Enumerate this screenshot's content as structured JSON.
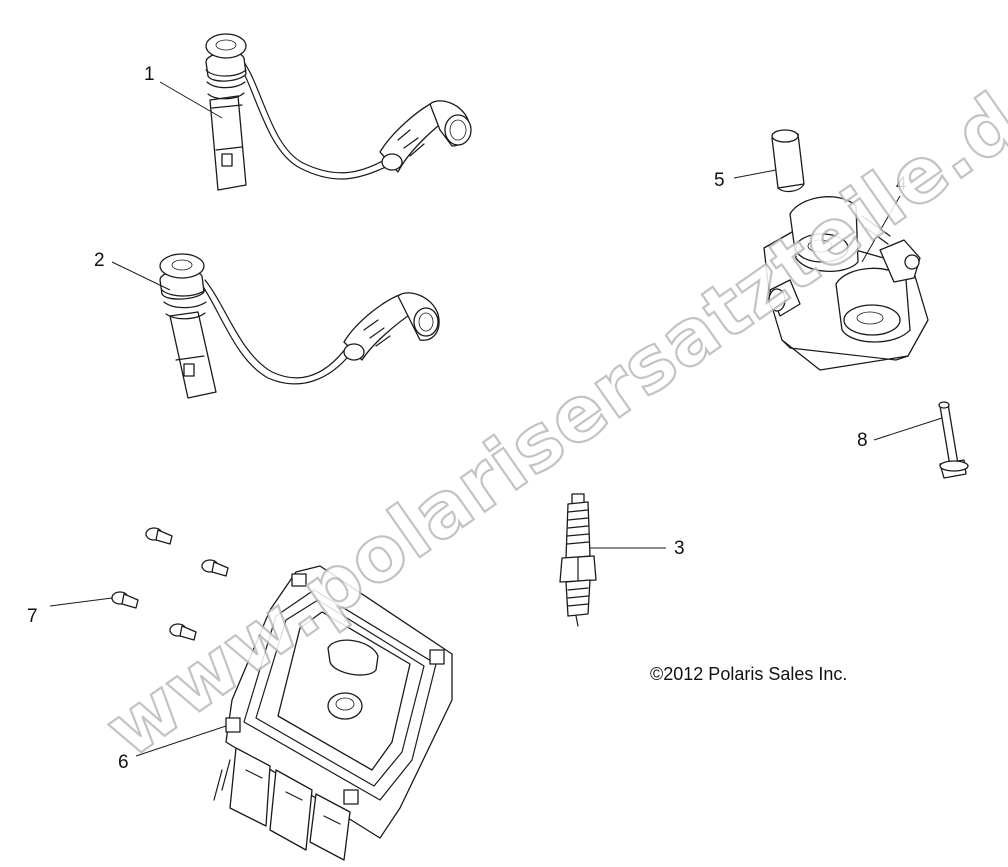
{
  "callouts": [
    {
      "id": "1",
      "label": "1"
    },
    {
      "id": "2",
      "label": "2"
    },
    {
      "id": "3",
      "label": "3"
    },
    {
      "id": "4",
      "label": "4"
    },
    {
      "id": "5",
      "label": "5"
    },
    {
      "id": "6",
      "label": "6"
    },
    {
      "id": "7",
      "label": "7"
    },
    {
      "id": "8",
      "label": "8"
    }
  ],
  "copyright": "©2012 Polaris Sales Inc.",
  "watermark": "www.polarisersatzteile.de",
  "parts": [
    {
      "callout": "1",
      "icon": "ignition-wire-with-boot-icon"
    },
    {
      "callout": "2",
      "icon": "ignition-wire-with-boot-icon"
    },
    {
      "callout": "3",
      "icon": "spark-plug-icon"
    },
    {
      "callout": "4",
      "icon": "ignition-coil-icon"
    },
    {
      "callout": "5",
      "icon": "spacer-sleeve-icon"
    },
    {
      "callout": "6",
      "icon": "ecu-module-icon"
    },
    {
      "callout": "7",
      "icon": "screw-icon"
    },
    {
      "callout": "8",
      "icon": "bolt-icon"
    }
  ]
}
